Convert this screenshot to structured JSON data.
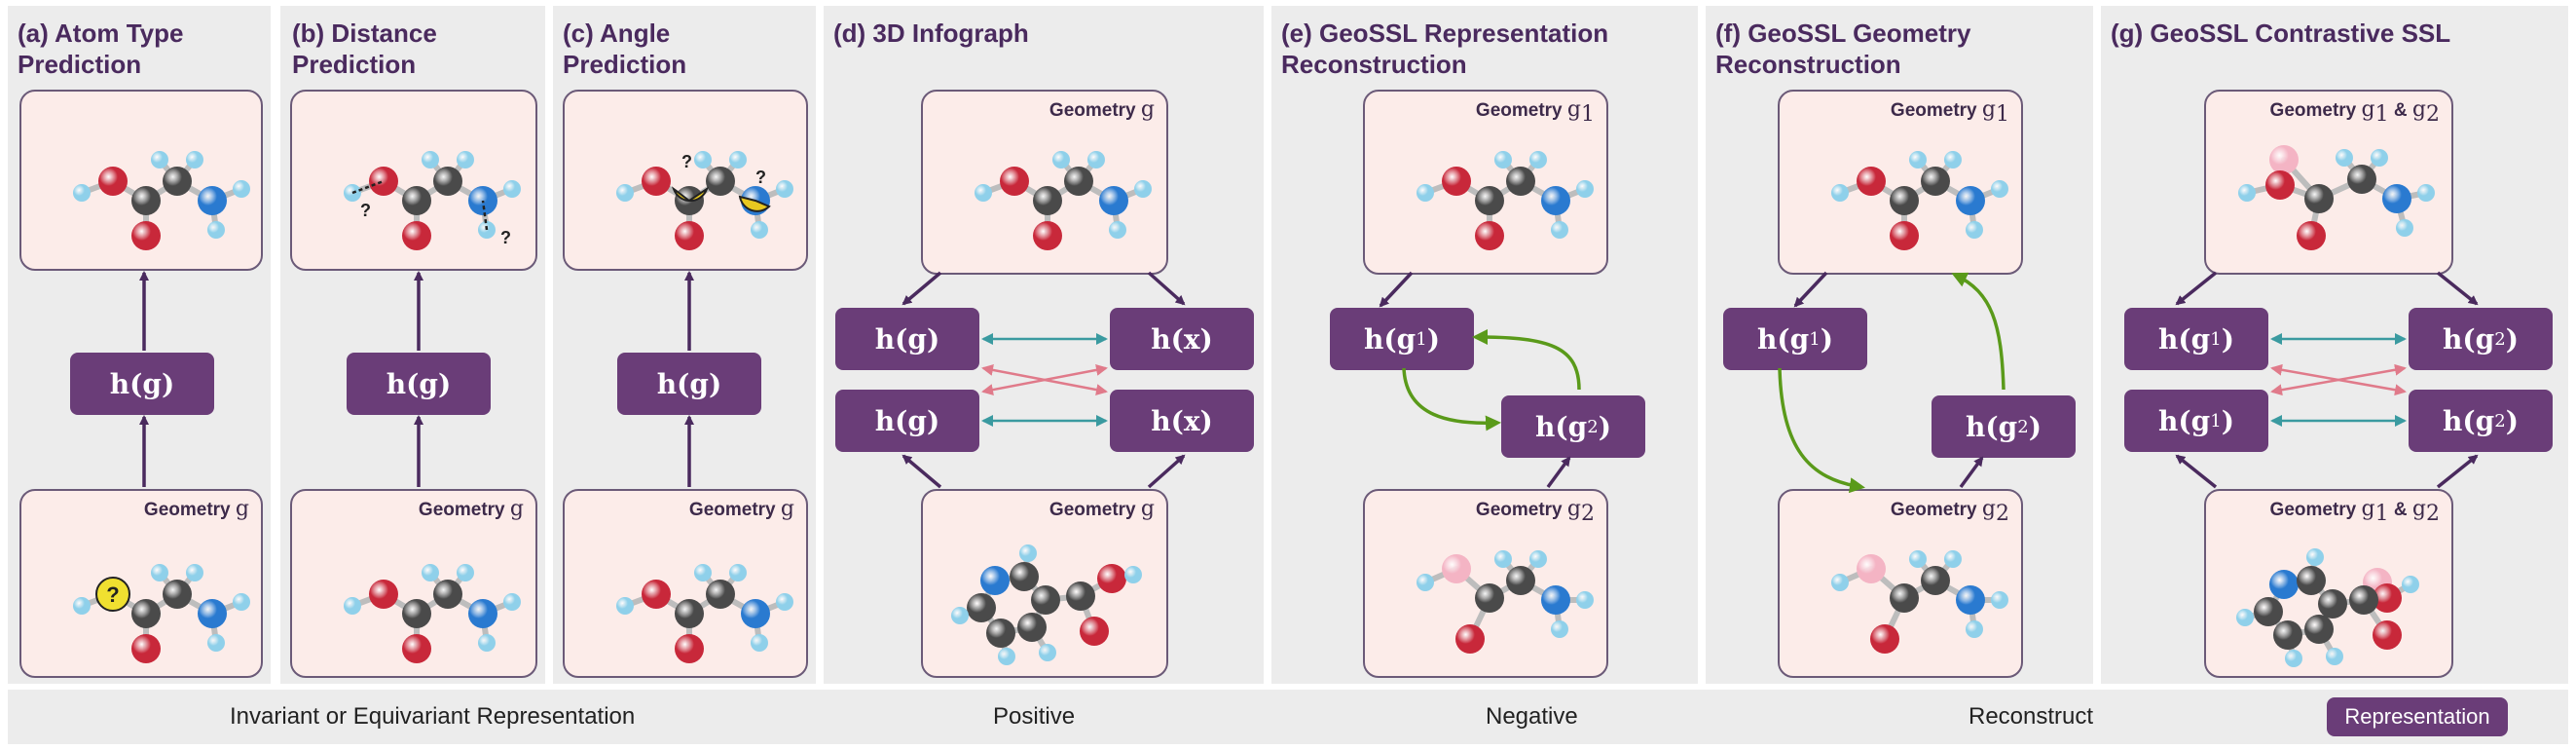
{
  "panels": {
    "a": {
      "title": "(a) Atom Type\n  Prediction",
      "h": "h(g)",
      "bottom_geom": "Geometry",
      "bottom_var": "g",
      "question": "?"
    },
    "b": {
      "title": "(b) Distance\n  Prediction",
      "h": "h(g)",
      "bottom_geom": "Geometry",
      "bottom_var": "g",
      "question": "?"
    },
    "c": {
      "title": "(c) Angle\n  Prediction",
      "h": "h(g)",
      "bottom_geom": "Geometry",
      "bottom_var": "g",
      "question": "?"
    },
    "d": {
      "title": "(d) 3D Infograph",
      "top_geom": "Geometry",
      "top_var": "g",
      "bottom_geom": "Geometry",
      "bottom_var": "g",
      "h_left": "h(g)",
      "h_right": "h(x)"
    },
    "e": {
      "title": "(e) GeoSSL Representation\n  Reconstruction",
      "top_geom": "Geometry",
      "top_var": "g",
      "top_sub": "1",
      "bottom_geom": "Geometry",
      "bottom_var": "g",
      "bottom_sub": "2",
      "h1": "h(g",
      "h2": "h(g",
      "h1_sub": "1",
      "h2_sub": "2",
      "close": ")"
    },
    "f": {
      "title": "(f) GeoSSL Geometry\n  Reconstruction",
      "top_geom": "Geometry",
      "top_var": "g",
      "top_sub": "1",
      "bottom_geom": "Geometry",
      "bottom_var": "g",
      "bottom_sub": "2",
      "h1": "h(g",
      "h2": "h(g",
      "h1_sub": "1",
      "h2_sub": "2",
      "close": ")"
    },
    "g": {
      "title": "(g) GeoSSL Contrastive SSL",
      "top_geom": "Geometry",
      "top_label": "g",
      "top_sub1": "1",
      "amp": " & ",
      "top_sub2": "2",
      "bottom_geom": "Geometry",
      "h1": "h(g",
      "h2": "h(g",
      "h1_sub": "1",
      "h2_sub": "2",
      "close": ")"
    }
  },
  "legend": {
    "invariant": "Invariant or Equivariant Representation",
    "positive": "Positive",
    "negative": "Negative",
    "reconstruct": "Reconstruct",
    "representation": "Representation"
  },
  "colors": {
    "panel_bg": "#ececec",
    "card_bg": "#fcece9",
    "box": "#6a3d78",
    "title": "#4a2a5e",
    "arrow_dark": "#4a2a5e",
    "positive": "#e07a8a",
    "negative": "#3a9aa0",
    "reconstruct": "#5a9a1a",
    "oxygen": "#c8283a",
    "carbon": "#4a4a4a",
    "nitrogen": "#2a7ad0",
    "hydrogen": "#8fd0ea",
    "masked": "#f4b4c4",
    "query": "#f0e030"
  }
}
